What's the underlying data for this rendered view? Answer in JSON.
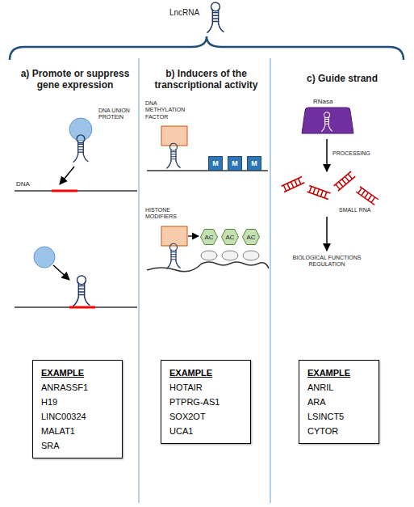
{
  "diagram": {
    "title": "LncRNA",
    "nodes": [
      {
        "text": [
          "EXAMPLE",
          "ANRASSF1",
          "H19",
          "LINC00324",
          "MALAT1",
          "SRA"
        ]
      },
      {
        "text": [
          "M"
        ]
      },
      {
        "text": [
          "M"
        ]
      },
      {
        "text": [
          "M"
        ]
      },
      {
        "text": [
          "AC"
        ]
      },
      {
        "text": [
          "AC"
        ]
      },
      {
        "text": [
          "AC"
        ]
      },
      {
        "text": [
          "EXAMPLE",
          "HOTAIR",
          "PTPRG-AS1",
          "SOX2OT",
          "UCA1"
        ]
      },
      {
        "text": [
          "EXAMPLE",
          "ANRIL",
          "ARA",
          "LSINCT5",
          "CYTOR"
        ]
      }
    ],
    "labels": [
      "a) Promote or suppress gene expression",
      "DNA UNION PROTEIN",
      "DNA",
      "b) Inducers of the transcriptional activity",
      "DNA METHYLATION FACTOR",
      "HISTONE MODIFIERS",
      "c) Guide strand",
      "RNasa",
      "PROCESSING",
      "SMALL RNA",
      "BIOLOGICAL FUNCTIONS REGULATION"
    ]
  }
}
